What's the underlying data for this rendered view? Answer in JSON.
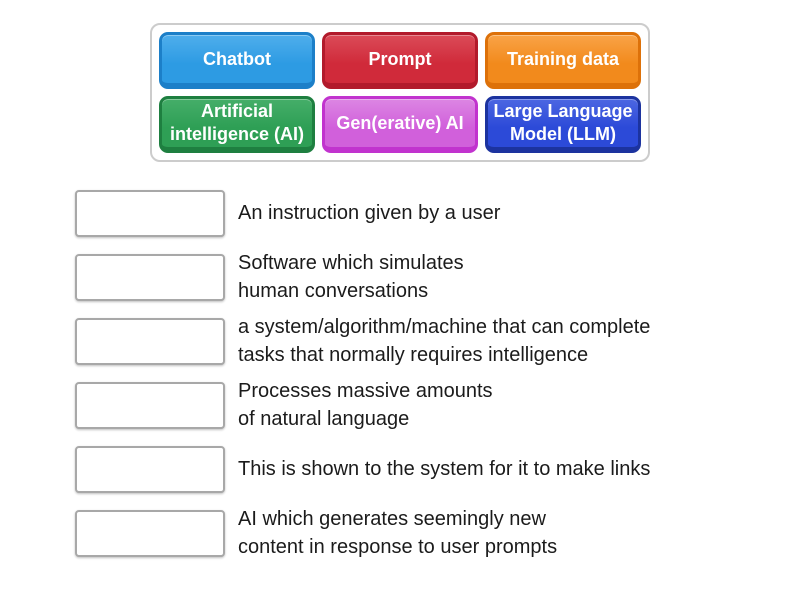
{
  "word_bank": {
    "tiles": [
      {
        "label": "Chatbot",
        "color": "#2D9BE3",
        "color_light": "#4FAEEC",
        "color_dark": "#1C7FC8"
      },
      {
        "label": "Prompt",
        "color": "#D02A3A",
        "color_light": "#DB4B58",
        "color_dark": "#B21A2B"
      },
      {
        "label": "Training data",
        "color": "#F28A1C",
        "color_light": "#F9A347",
        "color_dark": "#DD7109"
      },
      {
        "label": "Artificial\nintelligence (AI)",
        "color": "#2E9F55",
        "color_light": "#45AE69",
        "color_dark": "#1E7F40"
      },
      {
        "label": "Gen(erative) AI",
        "color": "#D160DB",
        "color_light": "#DC86E3",
        "color_dark": "#C133CE"
      },
      {
        "label": "Large Language\nModel (LLM)",
        "color": "#2C4AD8",
        "color_light": "#4C67E2",
        "color_dark": "#1C339F"
      }
    ]
  },
  "panel": {
    "border_color": "#cccccc",
    "background": "#ffffff"
  },
  "definitions": [
    {
      "text": "An instruction given by a user"
    },
    {
      "text": "Software which simulates\nhuman conversations"
    },
    {
      "text": "a system/algorithm/machine that can complete\ntasks that normally requires intelligence"
    },
    {
      "text": "Processes massive amounts\nof natural language"
    },
    {
      "text": "This is shown to the system for it to make links"
    },
    {
      "text": "AI which generates seemingly new\ncontent in response to user prompts"
    }
  ]
}
